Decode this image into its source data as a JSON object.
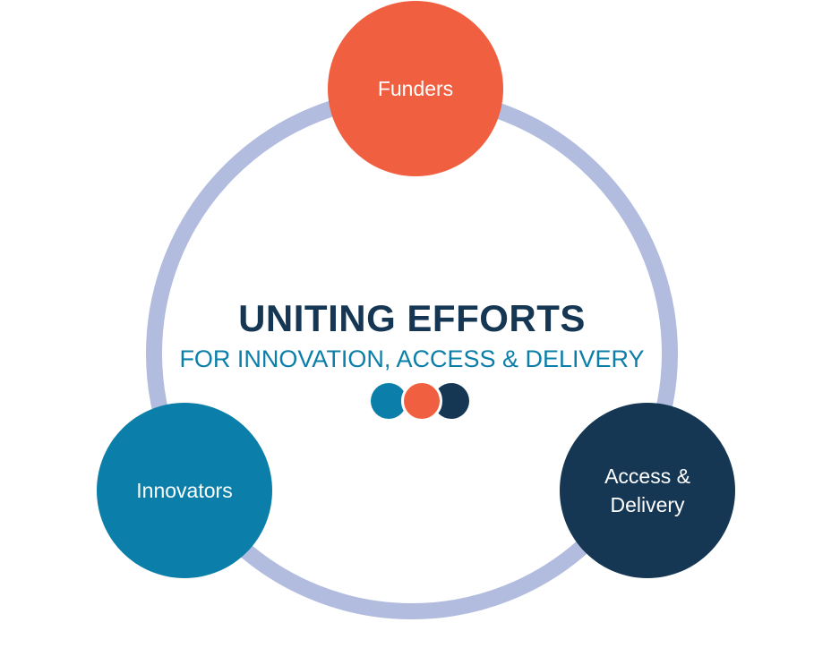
{
  "diagram": {
    "title": "UNITING EFFORTS",
    "subtitle": "FOR INNOVATION, ACCESS & DELIVERY",
    "nodes": [
      {
        "label_lines": [
          "Funders"
        ]
      },
      {
        "label_lines": [
          "Innovators"
        ]
      },
      {
        "label_lines": [
          "Access &",
          "Delivery"
        ]
      }
    ]
  },
  "colors": {
    "ring": "#b2bcdf",
    "funders": "#f05f40",
    "innovators": "#0b7fa9",
    "access_delivery": "#163754",
    "title": "#163754",
    "subtitle": "#0b7fa9",
    "dots": [
      "#0b7fa9",
      "#f05f40",
      "#163754"
    ]
  }
}
